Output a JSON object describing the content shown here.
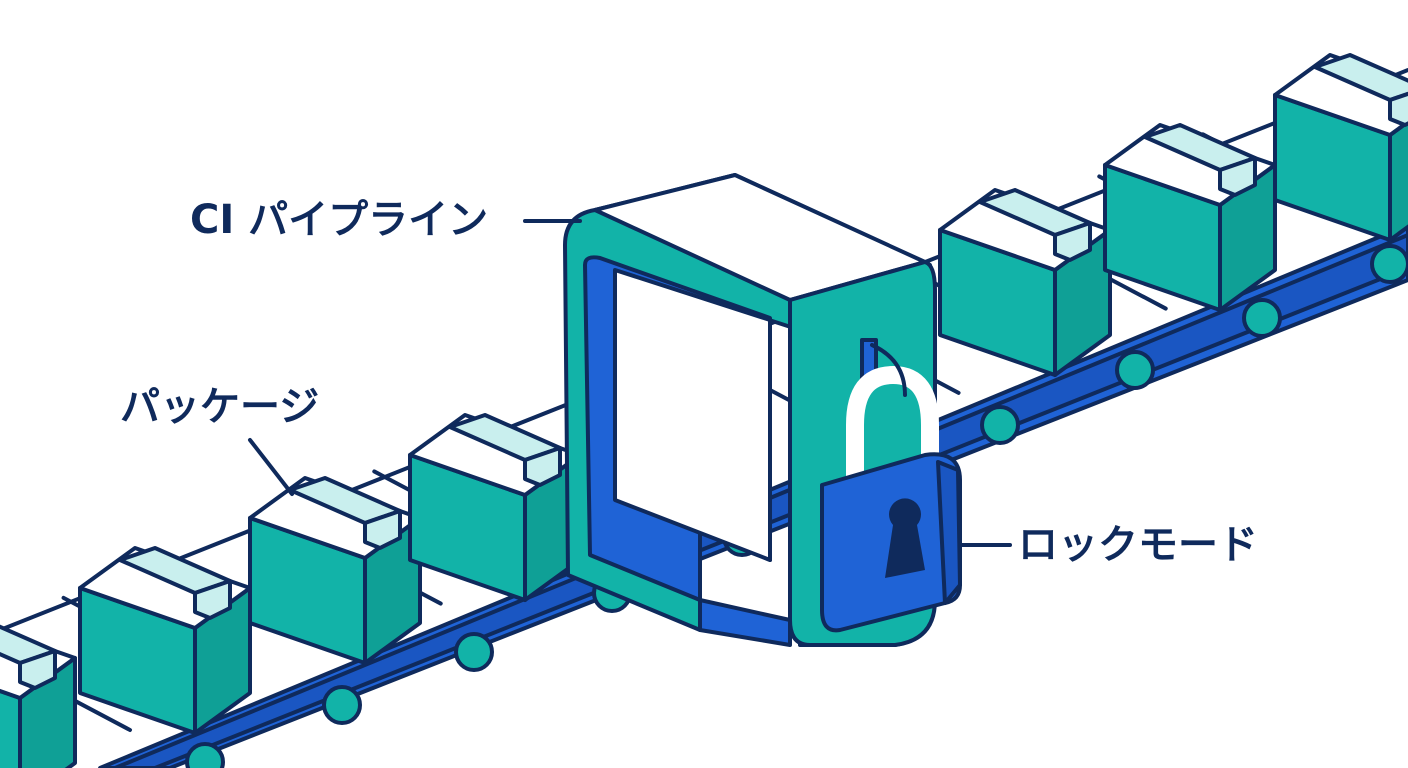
{
  "labels": {
    "pipeline": "CI パイプライン",
    "package": "パッケージ",
    "lock_mode": "ロックモード"
  },
  "colors": {
    "outline": "#0f2a5c",
    "belt_blue": "#1f63d6",
    "teal": "#12b3a8",
    "teal_light": "#5fd0c6",
    "tape": "#c9efee",
    "white": "#ffffff"
  },
  "icons": {
    "box": "package-box-icon",
    "lock": "padlock-icon"
  }
}
